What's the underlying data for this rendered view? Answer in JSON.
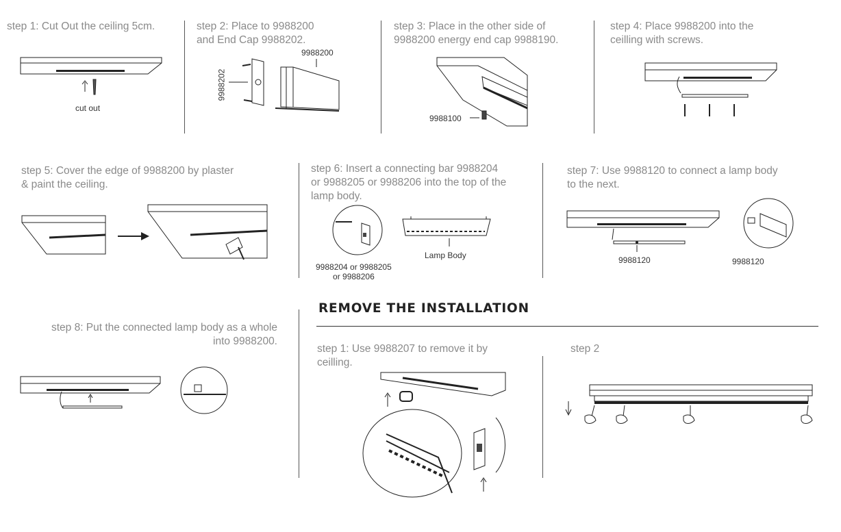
{
  "install_steps": [
    {
      "text": "step 1: Cut Out  the ceiling 5cm."
    },
    {
      "text": "step 2: Place to 9988200\nand End Cap 9988202."
    },
    {
      "text": "step 3: Place in the other side of\n9988200 energy  end cap 9988190."
    },
    {
      "text": "step 4: Place 9988200 into the\nceilling with screws."
    },
    {
      "text": "step 5: Cover the edge of 9988200 by plaster\n& paint the ceiling."
    },
    {
      "text": "step 6: Insert a connecting bar 9988204\nor 9988205 or 9988206 into the top of the\nlamp body."
    },
    {
      "text": "step 7: Use 9988120 to connect a lamp body\nto the next."
    },
    {
      "text": "step 8: Put the connected lamp body as a whole\ninto 9988200."
    }
  ],
  "labels": {
    "cut_out": "cut out",
    "s2_track": "9988200",
    "s2_endcap": "9988202",
    "s3_part": "9988100",
    "s6_bars": "9988204 or 9988205\nor 9988206",
    "s6_lamp": "Lamp Body",
    "s7_a": "9988120",
    "s7_b": "9988120"
  },
  "remove": {
    "heading": "REMOVE THE INSTALLATION",
    "steps": [
      {
        "text": "step 1: Use 9988207 to remove it by\nceilling."
      },
      {
        "text": "step 2"
      }
    ]
  }
}
